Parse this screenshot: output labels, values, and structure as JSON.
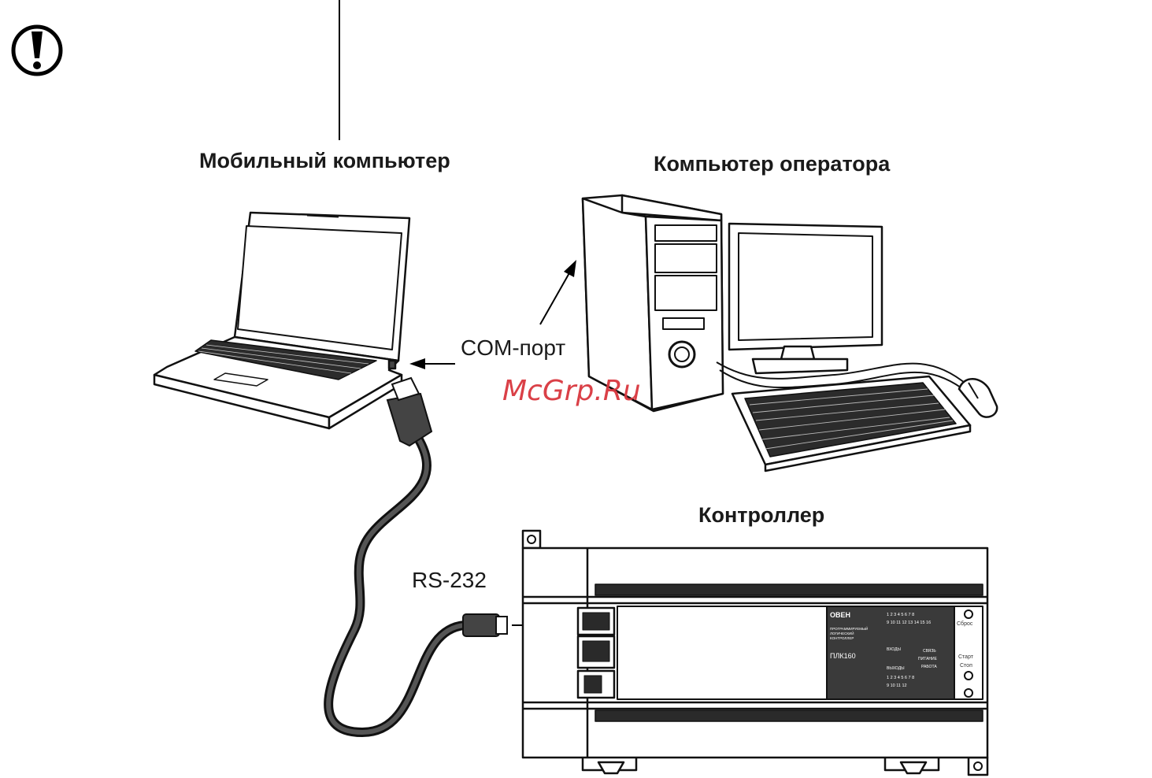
{
  "labels": {
    "laptop": "Мобильный компьютер",
    "operator": "Компьютер оператора",
    "controller": "Контроллер",
    "com_port": "COM-порт",
    "rs232": "RS-232"
  },
  "controller_panel": {
    "brand": "ОВЕН",
    "desc1": "ПРОГРАММИРУЕМЫЙ",
    "desc2": "ЛОГИЧЕСКИЙ",
    "desc3": "КОНТРОЛЛЕР",
    "model": "ПЛК160",
    "inputs": "ВХОДЫ",
    "outputs": "ВЫХОДЫ",
    "led_link": "СВЯЗЬ",
    "led_power": "ПИТАНИЕ",
    "led_work": "РАБОТА",
    "reset": "Сброс",
    "start": "Старт",
    "stop": "Стоп",
    "in_row1": "1 2 3 4 5 6 7 8",
    "in_row2": "9 10 11 12 13 14 15 16",
    "out_row1": "1 2 3 4 5 6 7 8",
    "out_row2": "9 10 11 12"
  },
  "watermark": "McGrp.Ru",
  "icons": [
    "warning-exclamation-icon"
  ]
}
